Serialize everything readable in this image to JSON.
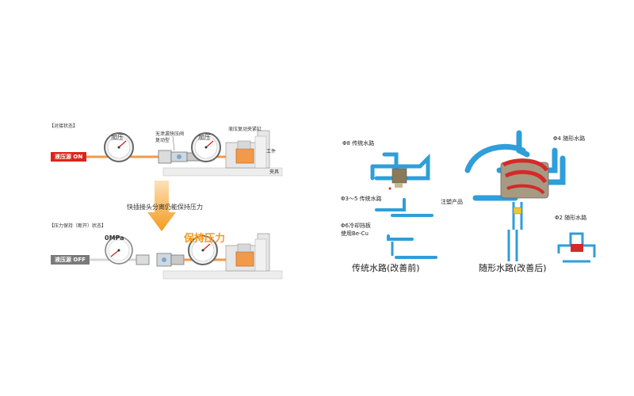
{
  "left": {
    "top": {
      "state_label": "【对接状态】",
      "source_tag": "液压源 ON",
      "gauge1_label": "加压",
      "coupler_label_line1": "无泄漏快压阀",
      "coupler_label_line2": "复动型",
      "gauge2_label": "加压",
      "machine_label": "液压复动夹紧缸",
      "work_label": "工件",
      "fixture_label": "夹具"
    },
    "middle_text": "快插接头分离仍能保持压力",
    "bottom": {
      "state_label": "【压力保持（断开）状态】",
      "source_tag": "液压源 OFF",
      "gauge_label": "0MPa",
      "keep_label": "保持压力"
    }
  },
  "right": {
    "traditional": {
      "label_phi8": "Φ8 传统水路",
      "label_phi35": "Φ3～5 传统水路",
      "label_phi6_line1": "Φ6冷却挡板",
      "label_phi6_line2": "使用Be-Cu",
      "label_product": "注塑产品",
      "caption": "传统水路(改善前)"
    },
    "conformal": {
      "label_phi4": "Φ4 随形水路",
      "label_phi2": "Φ2 随形水路",
      "caption": "随形水路(改善后)"
    }
  },
  "colors": {
    "pipe_orange": "#f2994a",
    "arrow_orange": "#f39a1e",
    "red_tag": "#d9261c",
    "gray_tag": "#7a7a7a",
    "pipe_blue": "#2f9ed9",
    "highlight_red": "#d42a2a"
  }
}
